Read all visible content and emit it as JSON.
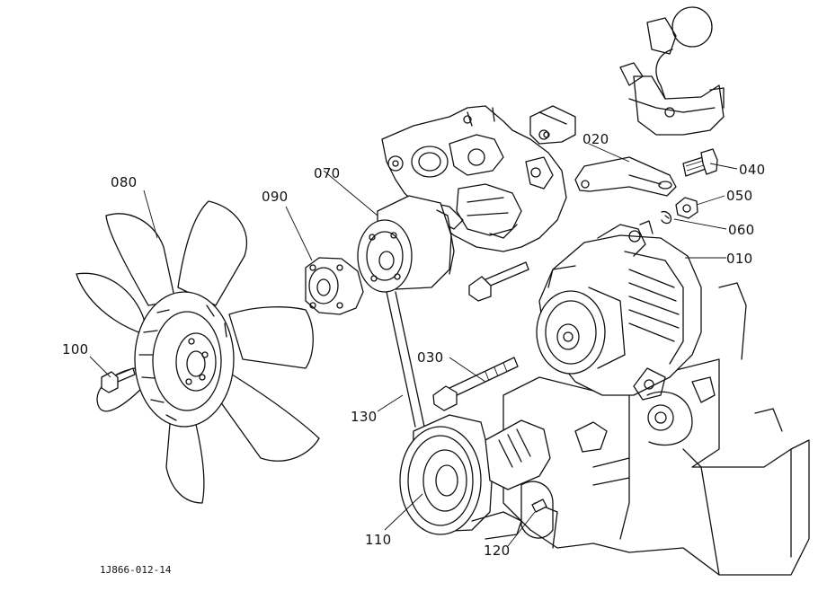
{
  "drawing": {
    "reference": "1J866-012-14",
    "parts": [
      {
        "id": "p010",
        "number": "010",
        "icon": "alternator-icon"
      },
      {
        "id": "p020",
        "number": "020",
        "icon": "bracket-icon"
      },
      {
        "id": "p030",
        "number": "030",
        "icon": "bolt-icon"
      },
      {
        "id": "p040",
        "number": "040",
        "icon": "bolt-icon"
      },
      {
        "id": "p050",
        "number": "050",
        "icon": "nut-icon"
      },
      {
        "id": "p060",
        "number": "060",
        "icon": "washer-icon"
      },
      {
        "id": "p070",
        "number": "070",
        "icon": "pulley-icon"
      },
      {
        "id": "p080",
        "number": "080",
        "icon": "fan-icon"
      },
      {
        "id": "p090",
        "number": "090",
        "icon": "spacer-icon"
      },
      {
        "id": "p100",
        "number": "100",
        "icon": "bolt-icon"
      },
      {
        "id": "p110",
        "number": "110",
        "icon": "crank-pulley-icon"
      },
      {
        "id": "p120",
        "number": "120",
        "icon": "key-icon"
      },
      {
        "id": "p130",
        "number": "130",
        "icon": "v-belt-icon"
      }
    ]
  }
}
